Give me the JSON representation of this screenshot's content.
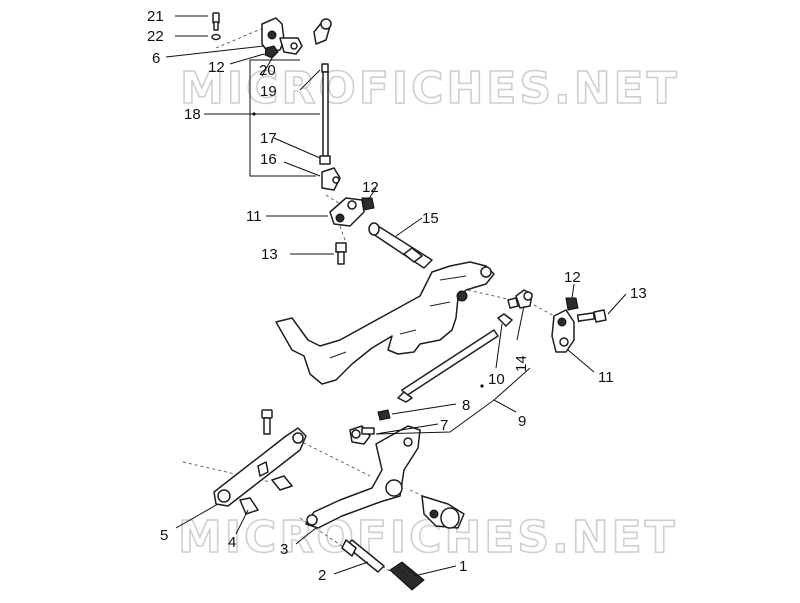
{
  "watermark": {
    "text": "MICROFICHES.NET"
  },
  "callouts": [
    {
      "id": "c21",
      "text": "21"
    },
    {
      "id": "c22",
      "text": "22"
    },
    {
      "id": "c6",
      "text": "6"
    },
    {
      "id": "c12a",
      "text": "12"
    },
    {
      "id": "c20",
      "text": "20"
    },
    {
      "id": "c19",
      "text": "19"
    },
    {
      "id": "c18",
      "text": "18"
    },
    {
      "id": "c17",
      "text": "17"
    },
    {
      "id": "c16",
      "text": "16"
    },
    {
      "id": "c12b",
      "text": "12"
    },
    {
      "id": "c11a",
      "text": "11"
    },
    {
      "id": "c15",
      "text": "15"
    },
    {
      "id": "c13a",
      "text": "13"
    },
    {
      "id": "c12c",
      "text": "12"
    },
    {
      "id": "c13b",
      "text": "13"
    },
    {
      "id": "c14",
      "text": "14"
    },
    {
      "id": "c11b",
      "text": "11"
    },
    {
      "id": "c10",
      "text": "10"
    },
    {
      "id": "c8",
      "text": "8"
    },
    {
      "id": "c9",
      "text": "9"
    },
    {
      "id": "c7",
      "text": "7"
    },
    {
      "id": "c5",
      "text": "5"
    },
    {
      "id": "c4",
      "text": "4"
    },
    {
      "id": "c3",
      "text": "3"
    },
    {
      "id": "c2",
      "text": "2"
    },
    {
      "id": "c1",
      "text": "1"
    }
  ]
}
